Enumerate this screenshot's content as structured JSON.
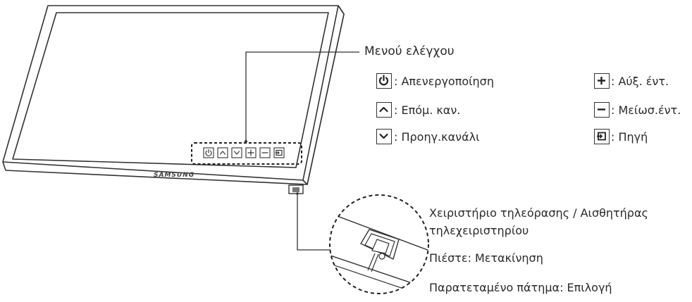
{
  "title": "Μενού ελέγχου",
  "brand": "SAMSUNG",
  "legend": {
    "power": ": Απενεργοποίηση",
    "up": ": Επόμ. καν.",
    "down": ": Προηγ.κανάλι",
    "plus": ": Αύξ. έντ.",
    "minus": ": Μείωσ.έντ.",
    "source": ": Πηγή"
  },
  "controller": {
    "title_main": "Χειριστήριο τηλεόρασης",
    "title_sep": " / ",
    "title_rest": "Αισθητήρας",
    "title_line2": "τηλεχειριστηρίου",
    "press": "Πιέστε: Μετακίνηση",
    "long_press": "Παρατεταμένο πάτημα: Επιλογή"
  },
  "icons": [
    "power-icon",
    "chevron-up-icon",
    "chevron-down-icon",
    "plus-icon",
    "minus-icon",
    "source-icon"
  ]
}
